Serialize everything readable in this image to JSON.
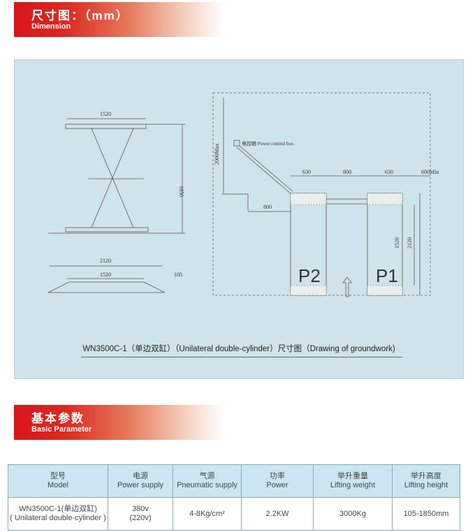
{
  "dimension_header": {
    "title": "尺寸图：（mm）",
    "subtitle": "Dimension"
  },
  "drawing": {
    "side_view": {
      "top_width": "1520",
      "height": "1850"
    },
    "bottom_view": {
      "total_width": "2120",
      "inner_width": "1520",
      "min_height": "105"
    },
    "plan": {
      "max_height": "2000Max",
      "control_box": "电控箱  Power control box",
      "w1": "630",
      "gap": "800",
      "w2": "630",
      "side_min": "600Min",
      "offset": "800",
      "inner_len": "1520",
      "total_len": "2120",
      "p2": "P2",
      "p1": "P1"
    },
    "caption": "WN3500C-1（单边双缸）（Unilateral double-cylinder）尺寸图（Drawing of groundwork)"
  },
  "param_header": {
    "title": "基本参数",
    "subtitle": "Basic Parameter"
  },
  "table": {
    "headers": [
      {
        "cn": "型号",
        "en": "Model"
      },
      {
        "cn": "电源",
        "en": "Power supply"
      },
      {
        "cn": "气源",
        "en": "Pneumatic supply"
      },
      {
        "cn": "功率",
        "en": "Power"
      },
      {
        "cn": "举升重量",
        "en": "Lifting weight"
      },
      {
        "cn": "举升高度",
        "en": "Lifting height"
      }
    ],
    "row": {
      "model_1": "WN3500C-1(单边双缸)",
      "model_2": "( Unilateral double-cylinder )",
      "power_1": "380v",
      "power_2": "(220v)",
      "pneumatic": "4-8Kg/cm²",
      "power": "2.2KW",
      "weight": "3000Kg",
      "height": "105-1850mm"
    }
  }
}
